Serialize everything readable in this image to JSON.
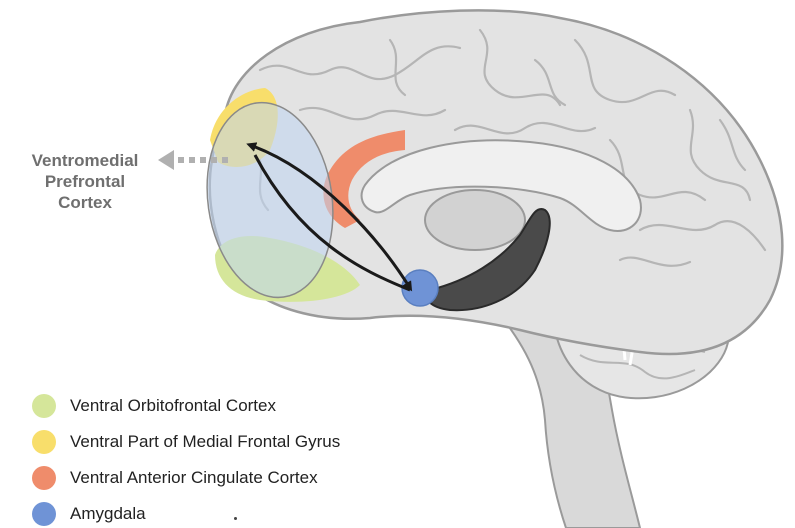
{
  "annotation": {
    "lines": [
      "Ventromedial",
      "Prefrontal",
      "Cortex"
    ]
  },
  "legend": [
    {
      "label": "Ventral Orbitofrontal Cortex",
      "color": "#d5e69a"
    },
    {
      "label": "Ventral Part of Medial Frontal Gyrus",
      "color": "#f8de6b"
    },
    {
      "label": "Ventral Anterior Cingulate Cortex",
      "color": "#ef8c6b"
    },
    {
      "label": "Amygdala",
      "color": "#6f93d6"
    }
  ],
  "colors": {
    "brain_fill": "#e3e3e3",
    "brain_outline": "#9a9a9a",
    "gyri_lines": "#b5b5b5",
    "brainstem": "#d9d9d9",
    "dark_structure": "#4a4a4a",
    "vmpfc_overlay": "#bfd6f2",
    "arrow": "#1a1a1a",
    "label_text": "#6f6f6f",
    "dashed_arrow": "#b0b0b0"
  },
  "icons": {
    "connection": "double-headed-arrow-icon",
    "pointer": "dashed-arrow-left-icon"
  }
}
